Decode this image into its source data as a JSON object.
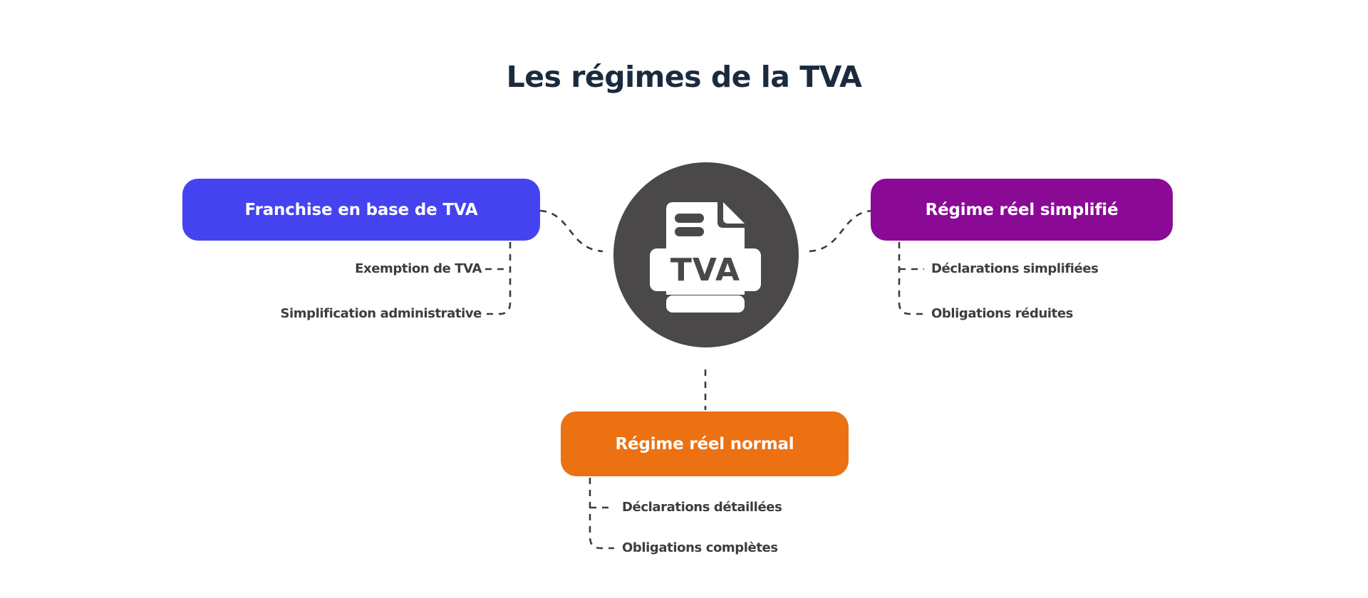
{
  "title": "Les régimes de la TVA",
  "center_icon": {
    "name": "tva-file-icon",
    "label": "TVA"
  },
  "branches": {
    "left": {
      "label": "Franchise en base de TVA",
      "color": "#4543f0",
      "items": [
        "Exemption de TVA",
        "Simplification administrative"
      ]
    },
    "right": {
      "label": "Régime réel simplifié",
      "color": "#8a0a96",
      "items": [
        "Déclarations simplifiées",
        "Obligations réduites"
      ]
    },
    "bottom": {
      "label": "Régime réel normal",
      "color": "#ec7113",
      "items": [
        "Déclarations détaillées",
        "Obligations complètes"
      ]
    }
  },
  "colors": {
    "background": "#ffffff",
    "title_text": "#1b2b3e",
    "item_text": "#3d3d3d",
    "connector": "#3b3b3b",
    "circle": "#4a4848",
    "icon_fill": "#ffffff"
  }
}
